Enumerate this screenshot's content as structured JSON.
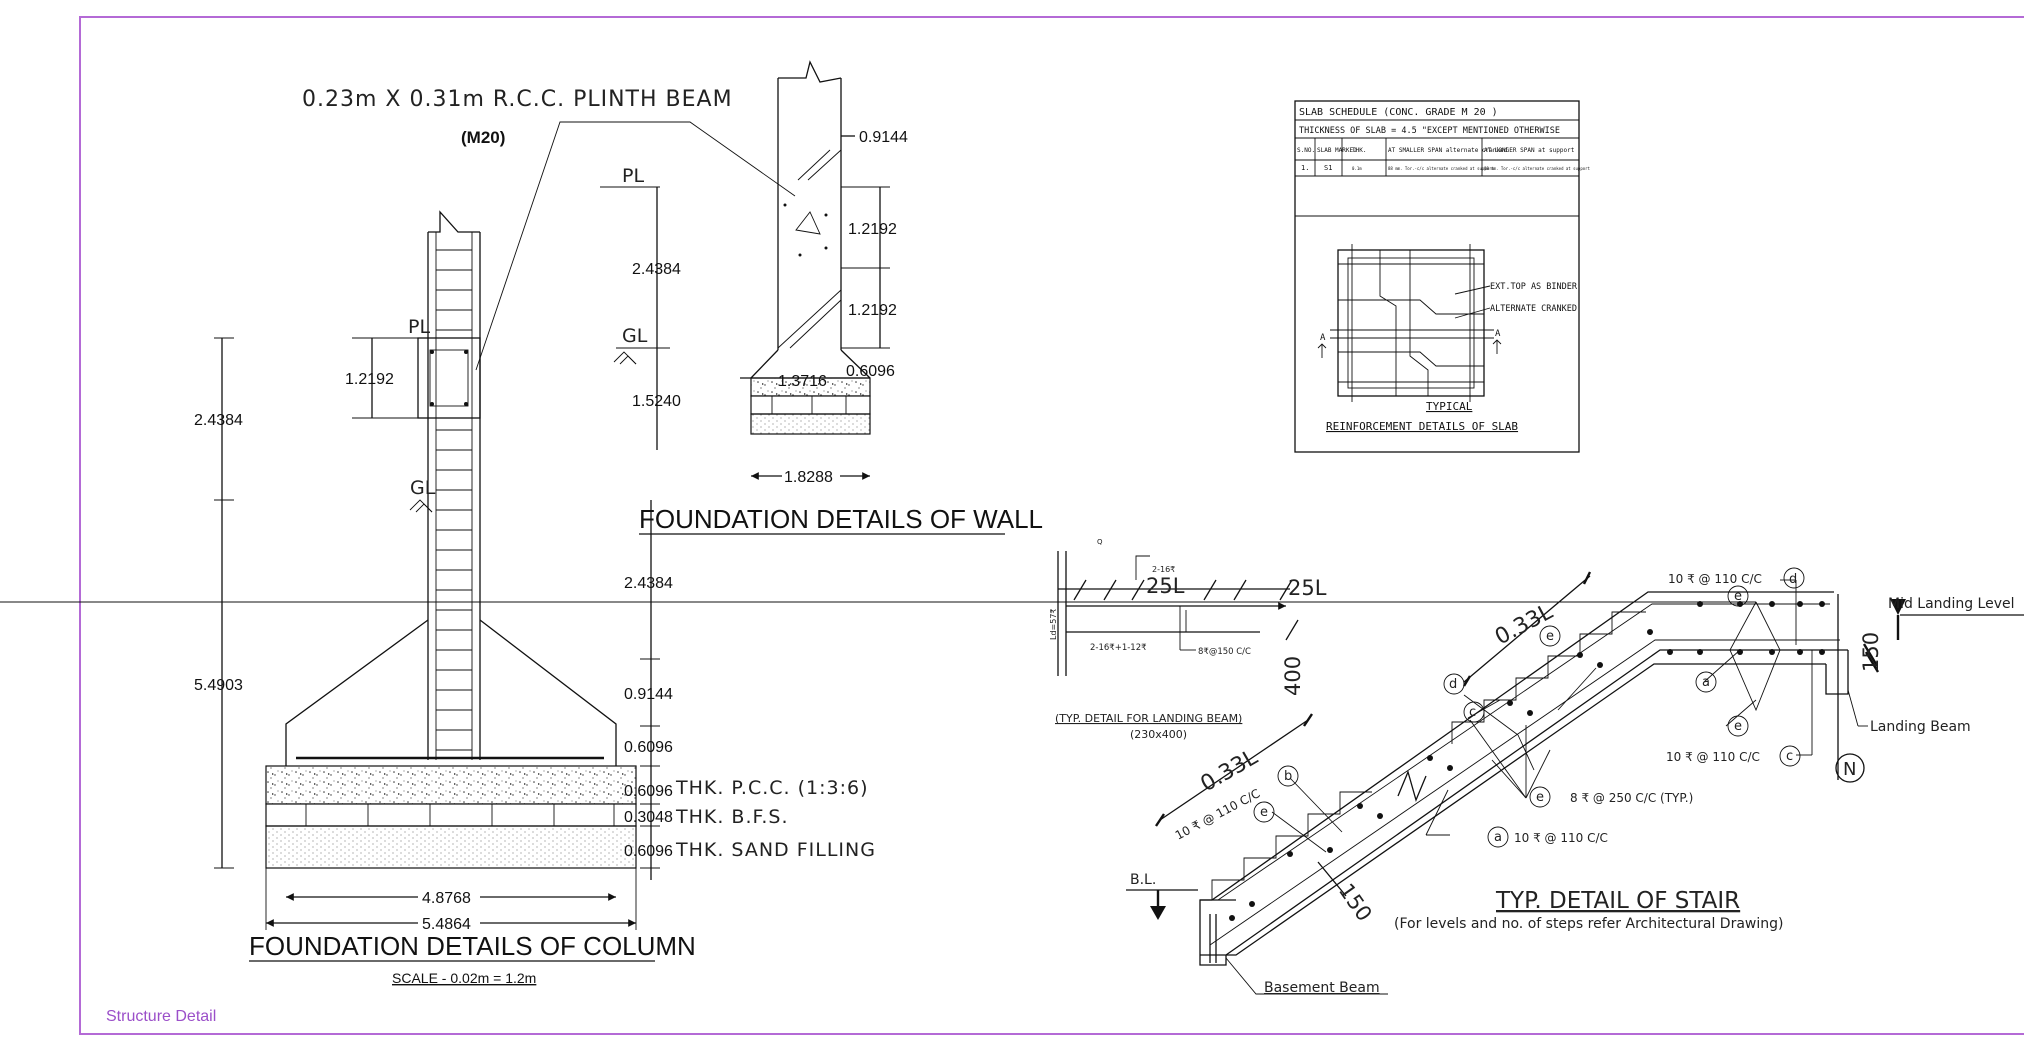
{
  "sheet_label": "Structure Detail",
  "column": {
    "title": "FOUNDATION DETAILS OF COLUMN",
    "scale": "SCALE - 0.02m = 1.2m",
    "beam_label": "0.23m  X  0.31m  R.C.C.  PLINTH  BEAM",
    "beam_grade": "(M20)",
    "pl": "PL",
    "gl": "GL",
    "dim_top": "2.4384",
    "dim_beam": "1.2192",
    "dim_bottom": "5.4903",
    "dim_inner_width": "4.8768",
    "dim_outer_width": "5.4864",
    "layer_dims": [
      "2.4384",
      "0.9144",
      "0.6096",
      "0.6096",
      "0.3048",
      "0.6096"
    ],
    "layers": [
      "THK.  P.C.C.  (1:3:6)",
      "THK.  B.F.S.",
      "THK.  SAND  FILLING"
    ]
  },
  "wall": {
    "title": "FOUNDATION DETAILS OF WALL",
    "pl": "PL",
    "gl": "GL",
    "dim_width_top": "0.9144",
    "dim_h1": "1.2192",
    "dim_h2": "1.2192",
    "dim_pl_gl": "2.4384",
    "dim_gl_bottom": "1.5240",
    "dim_offset": "1.3716",
    "dim_step": "0.6096",
    "dim_base": "1.8288"
  },
  "slab": {
    "title_row": "SLAB  SCHEDULE  (CONC.  GRADE  M  20 )",
    "thickness_row": "THICKNESS  OF  SLAB = 4.5 \"EXCEPT  MENTIONED  OTHERWISE",
    "headers": [
      "S.NO.",
      "SLAB MARKED",
      "THK.",
      "AT SMALLER SPAN alternate cranked",
      "AT LONGER SPAN at support"
    ],
    "row": [
      "1.",
      "S1",
      "0.1m",
      "88 mm. Tor.-c/c alternate cranked at support",
      "88 mm. Tor.-c/c alternate cranked at support"
    ],
    "note_top": "EXT.TOP AS BINDER",
    "note_crank": "ALTERNATE  CRANKED",
    "section_mark": "A",
    "caption1": "TYPICAL",
    "caption2": "REINFORCEMENT  DETAILS  OF  SLAB"
  },
  "landing_beam": {
    "top_bar": "2-16₹",
    "bar_25l_1": "25L",
    "bar_25l_2": "25L",
    "bottom_bars": "2-16₹+1-12₹",
    "stirrups": "8₹@150 C/C",
    "depth": "400",
    "ld": "Ld=57₹",
    "mark": "Q",
    "caption1": "(TYP. DETAIL FOR LANDING BEAM)",
    "caption2": "(230x400)"
  },
  "stair": {
    "title": "TYP. DETAIL OF STAIR",
    "subtitle": "(For  levels  and  no. of steps refer Architectural Drawing)",
    "mid_landing": "Mid  Landing  Level",
    "landing_beam": "Landing  Beam",
    "basement_beam": "Basement  Beam",
    "bl": "B.L.",
    "north": "N",
    "l_upper": "0.33L",
    "l_lower": "0.33L",
    "waist_top": "150",
    "waist_bottom": "150",
    "bar_d_top": "10  ₹  @  110  C/C",
    "bar_c_right": "10  ₹  @  110  C/C",
    "bar_b_left": "10  ₹  @  110  C/C",
    "bar_e_mid": "8  ₹  @  250  C/C  (TYP.)",
    "bar_a_bottom": "10  ₹  @  110  C/C",
    "tags": [
      "a",
      "b",
      "c",
      "d",
      "e"
    ]
  }
}
